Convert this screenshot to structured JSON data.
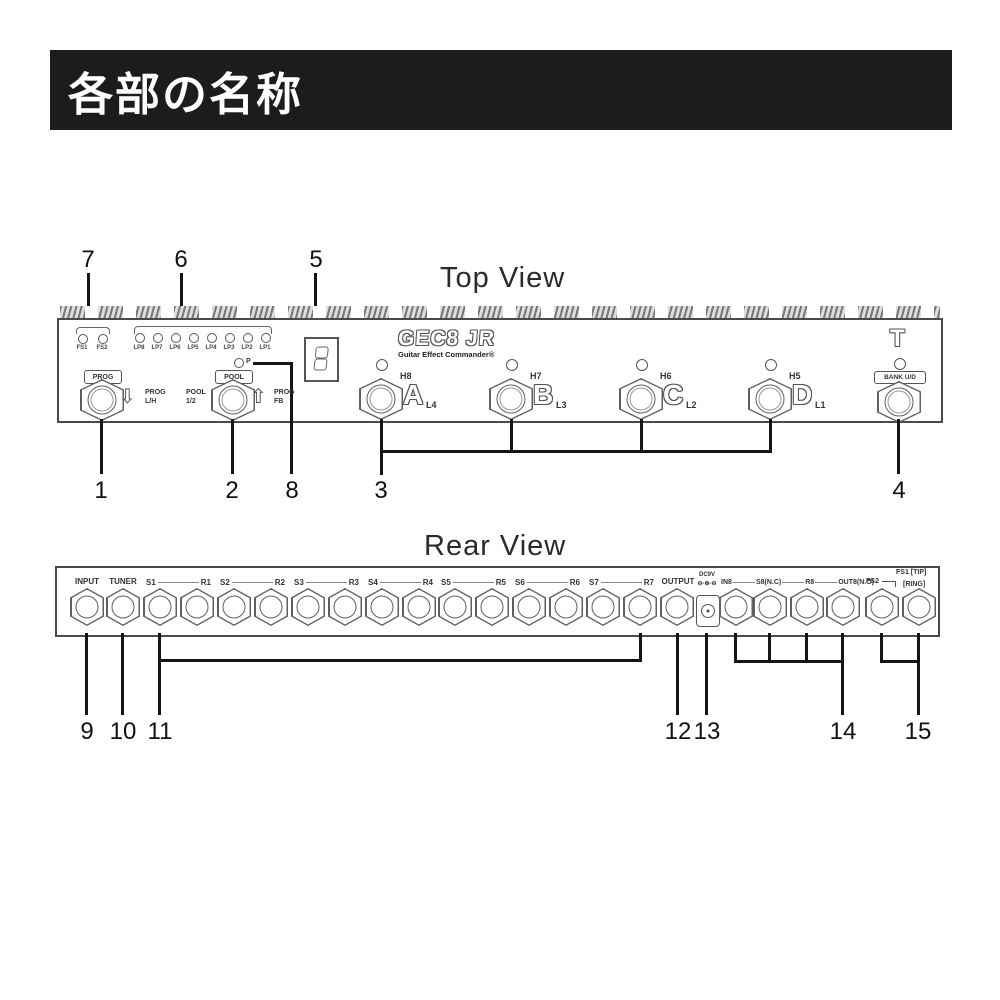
{
  "header": {
    "title": "各部の名称"
  },
  "top_view": {
    "title": "Top View",
    "logo": "GEC8 JR",
    "logo_sub": "Guitar Effect Commander®",
    "display_digit": "8",
    "fs_leds": [
      {
        "label": "FS1"
      },
      {
        "label": "FS2"
      }
    ],
    "loop_led_labels": [
      "LP8",
      "LP7",
      "LP6",
      "LP5",
      "LP4",
      "LP3",
      "LP2",
      "LP1"
    ],
    "p_led_label": "P",
    "prog": {
      "box": "PROG",
      "arrow": "⇩",
      "side": "PROG\nL/H"
    },
    "pool": {
      "left": "POOL\n1/2",
      "box": "POOL",
      "arrow": "⇧",
      "side": "PROG\nFB"
    },
    "switches": [
      {
        "top": "H8",
        "letter": "A",
        "bottom": "L4"
      },
      {
        "top": "H7",
        "letter": "B",
        "bottom": "L3"
      },
      {
        "top": "H6",
        "letter": "C",
        "bottom": "L2"
      },
      {
        "top": "H5",
        "letter": "D",
        "bottom": "L1"
      }
    ],
    "bank": {
      "t": "T",
      "box": "BANK U/D"
    },
    "callouts": {
      "n1": "1",
      "n2": "2",
      "n3": "3",
      "n4": "4",
      "n5": "5",
      "n6": "6",
      "n7": "7",
      "n8": "8"
    }
  },
  "rear_view": {
    "title": "Rear View",
    "input": "INPUT",
    "tuner": "TUNER",
    "loop_pairs": [
      {
        "s": "S1",
        "r": "R1"
      },
      {
        "s": "S2",
        "r": "R2"
      },
      {
        "s": "S3",
        "r": "R3"
      },
      {
        "s": "S4",
        "r": "R4"
      },
      {
        "s": "S5",
        "r": "R5"
      },
      {
        "s": "S6",
        "r": "R6"
      },
      {
        "s": "S7",
        "r": "R7"
      }
    ],
    "output": "OUTPUT",
    "dc": {
      "line1": "DC9V",
      "line2": "⊖-⊕-⊖"
    },
    "chain8": [
      "IN8",
      "S8(N.C)",
      "R8",
      "OUT8(N.O)"
    ],
    "fs2": "FS2",
    "fs1_tip": "FS1 [TIP]",
    "fs1_ring": "[RING]",
    "callouts": {
      "n9": "9",
      "n10": "10",
      "n11": "11",
      "n12": "12",
      "n13": "13",
      "n14": "14",
      "n15": "15"
    }
  }
}
